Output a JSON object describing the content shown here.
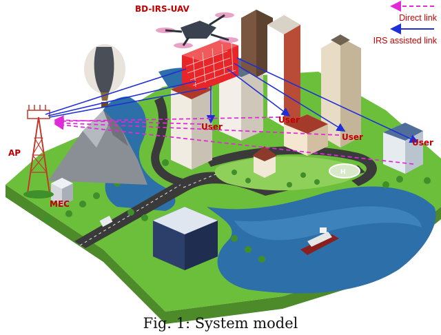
{
  "figure": {
    "caption": "Fig. 1: System model",
    "labels": {
      "uav": "BD-IRS-UAV",
      "ap": "AP",
      "mec": "MEC",
      "users": [
        "User",
        "User",
        "User",
        "User"
      ]
    },
    "legend": {
      "direct": "Direct link",
      "irs": "IRS assisted link"
    },
    "colors": {
      "label_red": "#c00000",
      "direct_link": "#e02ad8",
      "irs_link": "#1f2fd6",
      "water": "#2d6fa8",
      "grass": "#6cbf3a",
      "road": "#3a3a3a",
      "irs_panel": "#e8262a"
    }
  }
}
